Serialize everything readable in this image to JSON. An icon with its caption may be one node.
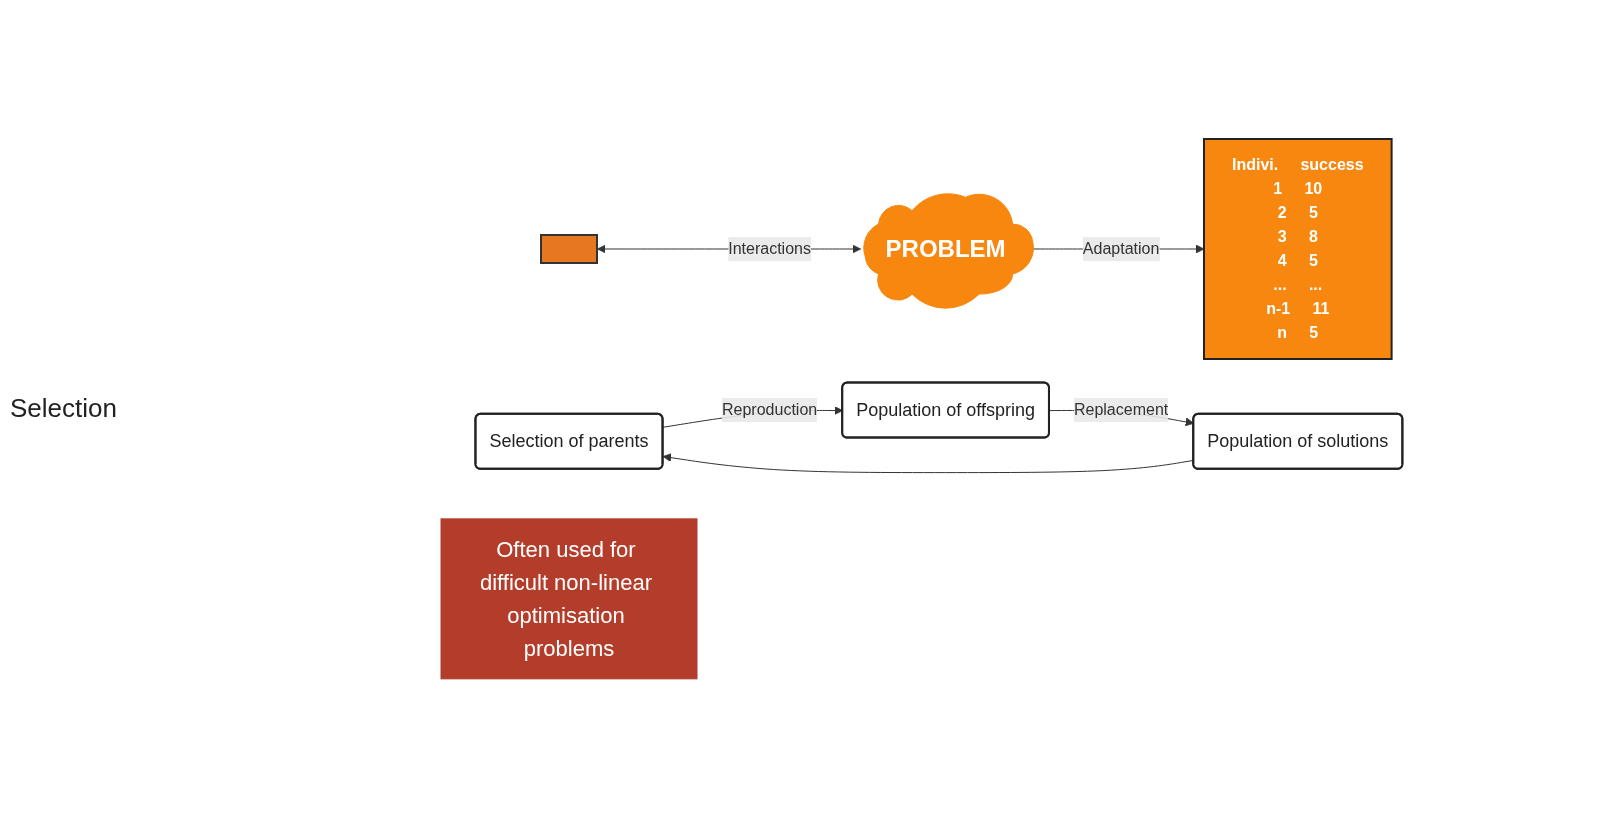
{
  "diagram": {
    "nodes": [
      {
        "text": [
          "PROBLEM"
        ]
      },
      {
        "text": [
          "Indivi.",
          "success",
          "1",
          "10",
          "2",
          "5",
          "3",
          "8",
          "4",
          "5",
          "...",
          "...",
          "n-1",
          "11",
          "n",
          "5"
        ]
      },
      {
        "text": [],
        "shape": "bar"
      },
      {
        "text": [
          "Selection of parents"
        ]
      },
      {
        "text": [
          "Population of offspring"
        ]
      },
      {
        "text": [
          "Population of solutions"
        ]
      },
      {
        "text": [
          "Often used for difficult non-linear optimisation problems"
        ]
      }
    ],
    "edges": [
      {
        "from": 0,
        "to": 1,
        "arrow": "to",
        "label": "Adaptation"
      },
      {
        "from": 2,
        "to": 0,
        "arrow": "both",
        "label": "Interactions"
      },
      {
        "from": 5,
        "to": 3,
        "arrow": "to"
      },
      {
        "from": 3,
        "to": 4,
        "arrow": "to",
        "label": "Reproduction"
      },
      {
        "from": 4,
        "to": 5,
        "arrow": "to",
        "label": "Replacement"
      }
    ],
    "labels": [
      "Selection"
    ]
  }
}
